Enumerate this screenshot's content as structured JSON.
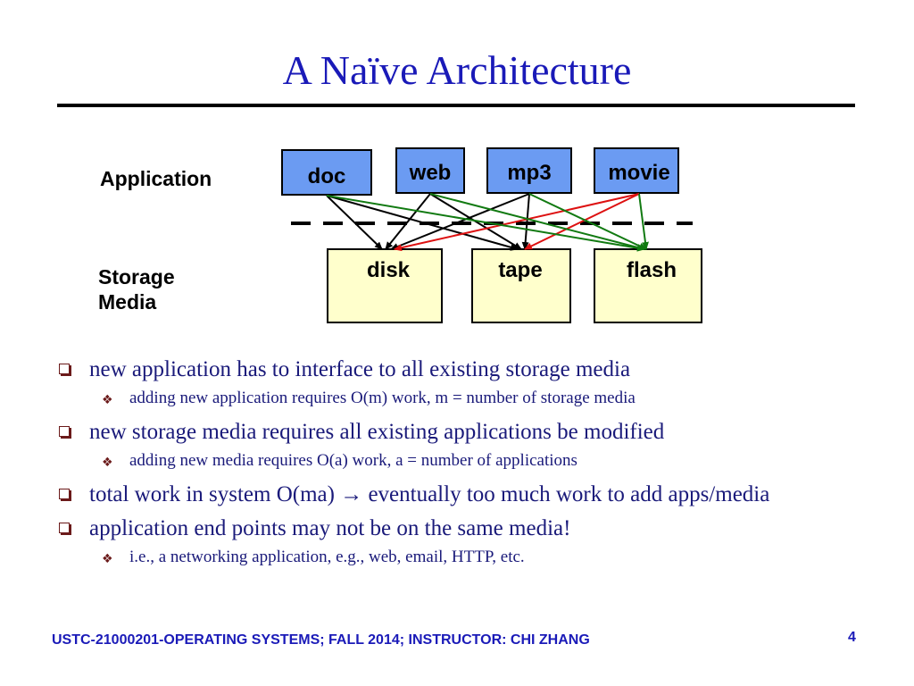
{
  "slide": {
    "title": "A Naïve Architecture",
    "footer": "USTC-21000201-OPERATING SYSTEMS; FALL 2014; INSTRUCTOR: CHI ZHANG",
    "page_number": "4"
  },
  "diagram": {
    "application_label": "Application",
    "storage_label_line1": "Storage",
    "storage_label_line2": "Media",
    "apps": [
      "doc",
      "web",
      "mp3",
      "movie"
    ],
    "media": [
      "disk",
      "tape",
      "flash"
    ],
    "colors": {
      "app_box": "#6b9bf2",
      "media_box": "#ffffcc",
      "arrow_black": "#000000",
      "arrow_red": "#dd1111",
      "arrow_green": "#117a11"
    }
  },
  "bullets": [
    {
      "text": "new application has to interface to all existing storage media",
      "sub": [
        "adding new application requires O(m) work, m = number of storage media"
      ]
    },
    {
      "text": "new storage media requires all existing applications be modified",
      "sub": [
        "adding new media requires O(a) work, a = number of applications"
      ]
    },
    {
      "text": "total work in system O(ma) → eventually too much work to add apps/media",
      "sub": []
    },
    {
      "text": "application end points may not be on the same media!",
      "sub": [
        "i.e., a networking application, e.g., web, email, HTTP, etc."
      ]
    }
  ]
}
